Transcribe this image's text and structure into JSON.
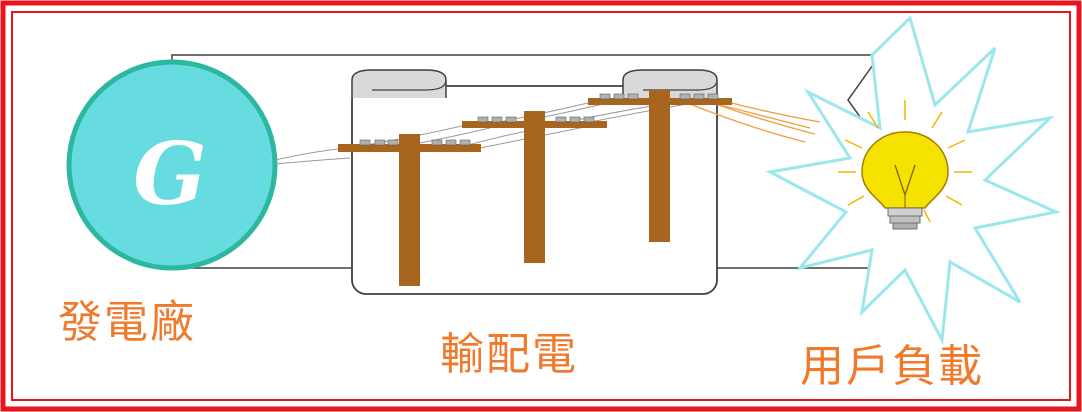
{
  "generator": {
    "symbol": "G"
  },
  "labels": {
    "power_plant": "發電廠",
    "transmission": "輸配電",
    "user_load": "用戶負載"
  },
  "colors": {
    "frame": "#e8141c",
    "label": "#f07a2c",
    "generator_fill": "#66dbe0",
    "generator_stroke": "#2cb8a0",
    "pole": "#a8651e",
    "starburst": "#9be8ec",
    "bulb": "#f5e200",
    "ray": "#f5b400"
  },
  "icons": [
    "generator-icon",
    "utility-pole-icon",
    "light-bulb-icon",
    "starburst-icon"
  ]
}
